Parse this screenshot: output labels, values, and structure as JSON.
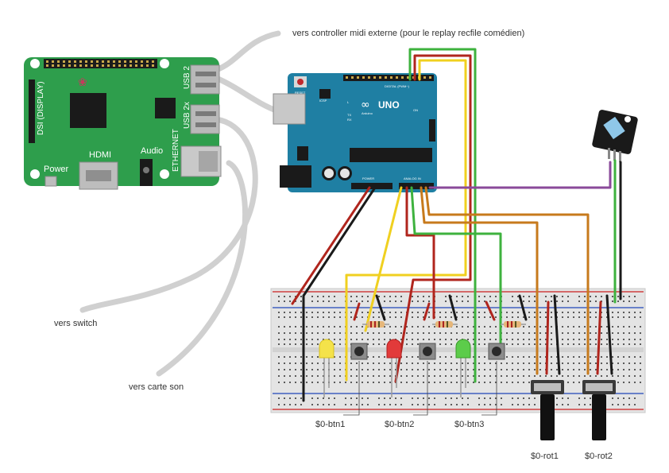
{
  "annotations": {
    "midi": "vers controller midi externe (pour le replay recfile comédien)",
    "switch": "vers switch",
    "carte_son": "vers carte son"
  },
  "raspberry_pi": {
    "usb_top": "USB 2",
    "usb_bottom": "USB 2x",
    "ethernet": "ETHERNET",
    "dsi": "DSI (DISPLAY)",
    "hdmi": "HDMI",
    "audio": "Audio",
    "power": "Power"
  },
  "arduino": {
    "logo": "UNO",
    "brand": "Arduino",
    "reset": "RESET",
    "icsp": "ICSP",
    "on": "ON",
    "tx": "TX",
    "rx": "RX",
    "l": "L",
    "digital": "DIGITAL (PWM~)",
    "power": "POWER",
    "analog": "ANALOG IN"
  },
  "components": {
    "btn1": "$0-btn1",
    "btn2": "$0-btn2",
    "btn3": "$0-btn3",
    "rot1": "$0-rot1",
    "rot2": "$0-rot2"
  },
  "colors": {
    "pi_board": "#2e9e4c",
    "arduino_board": "#1f7fa3",
    "breadboard": "#e4e4e4",
    "wire_red": "#b0251d",
    "wire_black": "#1a1a1a",
    "wire_yellow": "#f0d020",
    "wire_green": "#3eb23e",
    "wire_orange": "#c77a1c",
    "wire_purple": "#8a4a9a",
    "cable": "#d0d0d0"
  }
}
